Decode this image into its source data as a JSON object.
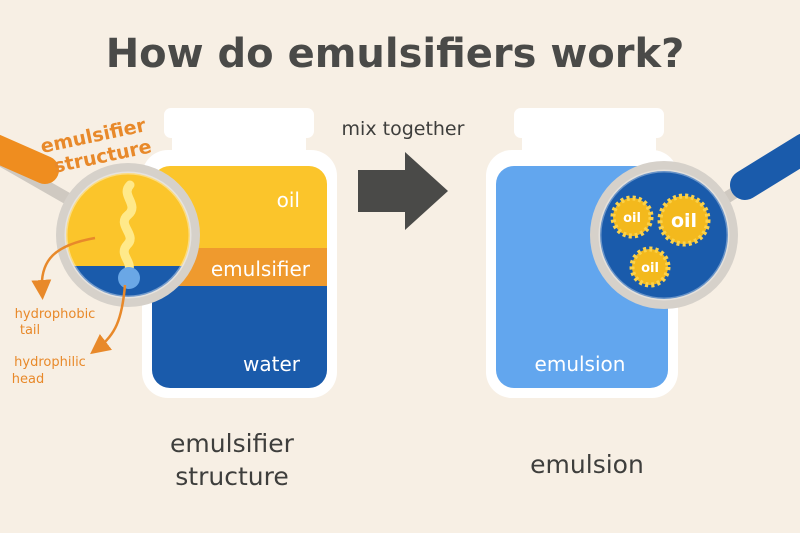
{
  "title": "How do emulsifiers work?",
  "arrow_label": "mix together",
  "left_jar": {
    "layers": {
      "oil": "oil",
      "emulsifier": "emulsifier",
      "water": "water"
    },
    "caption_line1": "emulsifier",
    "caption_line2": "structure",
    "zoom_label_line1": "emulsifier",
    "zoom_label_line2": "structure",
    "annotations": {
      "tail_line1": "hydrophobic",
      "tail_line2": "tail",
      "head_line1": "hydrophilic",
      "head_line2": "head"
    }
  },
  "right_jar": {
    "label": "emulsion",
    "caption": "emulsion",
    "droplets": [
      "oil",
      "oil",
      "oil"
    ]
  },
  "colors": {
    "oil": "#fbc52b",
    "emulsifier": "#ef9a2e",
    "water": "#1a5bab",
    "emulsion": "#62a6ee",
    "arrow": "#4a4a48",
    "handle_left": "#ef8d1f",
    "handle_right": "#1a5bab"
  }
}
